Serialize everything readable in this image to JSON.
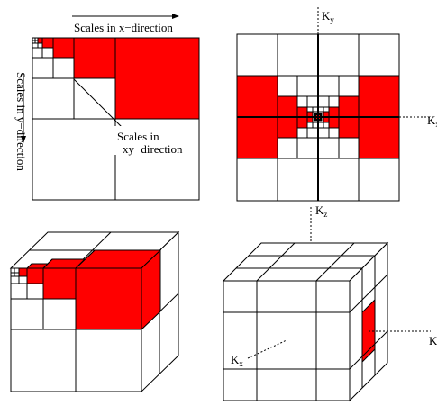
{
  "colors": {
    "fill": "#ff0000",
    "line": "#000000",
    "background": "#ffffff"
  },
  "panels": {
    "top_left": {
      "label_x_direction": "Scales in x−direction",
      "label_y_direction": "Scales in y−direction",
      "label_xy_line1": "Scales in",
      "label_xy_line2": "xy−direction"
    },
    "top_right": {
      "axis_ky": "K",
      "axis_ky_sub": "y",
      "axis_kx": "K",
      "axis_kx_sub": "x"
    },
    "bottom_right": {
      "axis_kz": "K",
      "axis_kz_sub": "z",
      "axis_kx": "K",
      "axis_kx_sub": "x",
      "axis_k_right": "K"
    }
  }
}
